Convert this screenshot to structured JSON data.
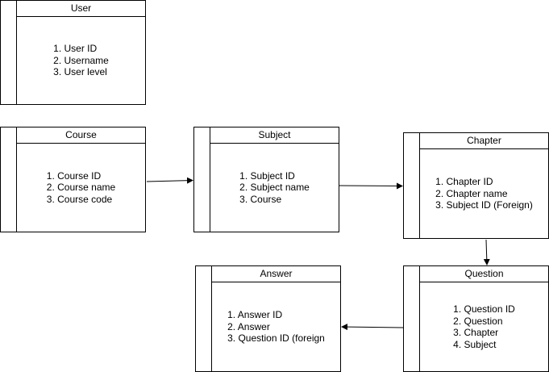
{
  "entities": {
    "user": {
      "title": "User",
      "fields": [
        "1. User ID",
        "2. Username",
        "3. User level"
      ]
    },
    "course": {
      "title": "Course",
      "fields": [
        "1. Course ID",
        "2. Course name",
        "3. Course code"
      ]
    },
    "subject": {
      "title": "Subject",
      "fields": [
        "1. Subject ID",
        "2. Subject name",
        "3. Course"
      ]
    },
    "chapter": {
      "title": "Chapter",
      "fields": [
        "1. Chapter ID",
        "2. Chapter name",
        "3. Subject ID (Foreign)"
      ]
    },
    "answer": {
      "title": "Answer",
      "fields": [
        "1. Answer ID",
        "2. Answer",
        "3. Question ID (foreign"
      ]
    },
    "question": {
      "title": "Question",
      "fields": [
        "1. Question ID",
        "2. Question",
        "3. Chapter",
        "4. Subject"
      ]
    }
  },
  "relations": [
    {
      "from": "course",
      "to": "subject"
    },
    {
      "from": "subject",
      "to": "chapter"
    },
    {
      "from": "chapter",
      "to": "question"
    },
    {
      "from": "question",
      "to": "answer"
    }
  ]
}
